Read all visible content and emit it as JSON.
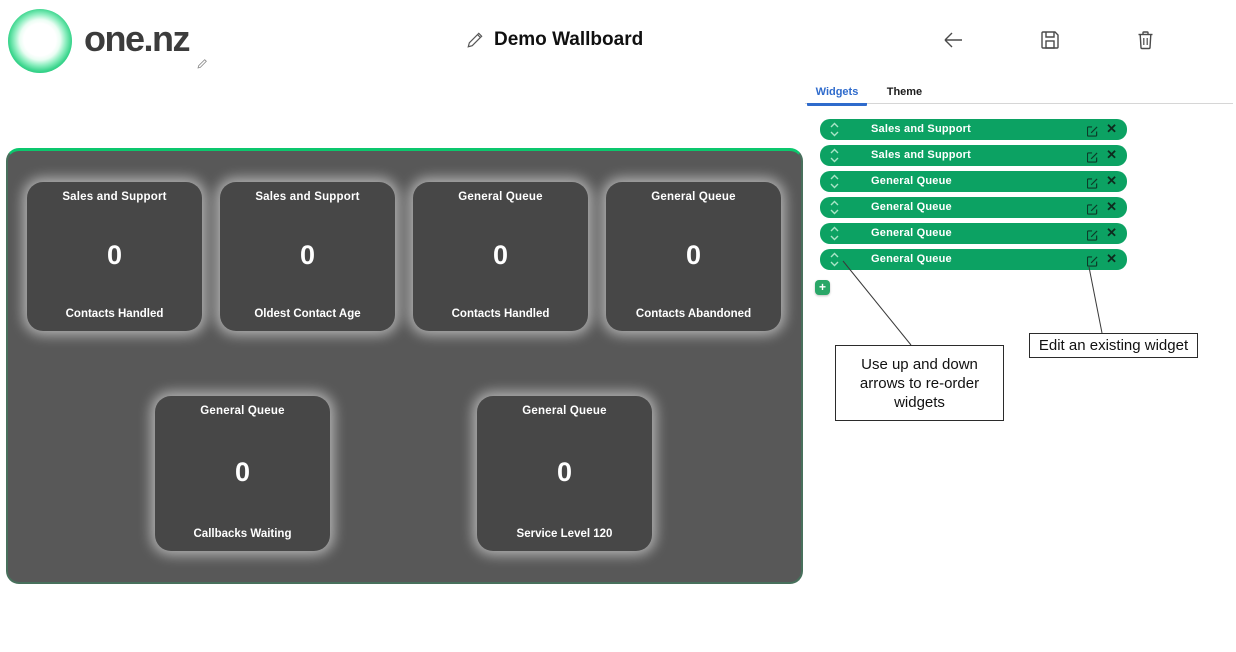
{
  "header": {
    "brand": "one.nz",
    "title": "Demo Wallboard"
  },
  "panel": {
    "tabs": [
      {
        "label": "Widgets",
        "active": true
      },
      {
        "label": "Theme",
        "active": false
      }
    ],
    "widgets": [
      "Sales and Support",
      "Sales and Support",
      "General Queue",
      "General Queue",
      "General Queue",
      "General Queue"
    ],
    "close_glyph": "✕",
    "add_label": "+"
  },
  "annotations": {
    "reorder": "Use up and down arrows to re-order widgets",
    "edit": "Edit an existing widget"
  },
  "wallboard": {
    "tiles": [
      {
        "queue": "Sales and Support",
        "value": "0",
        "metric": "Contacts Handled"
      },
      {
        "queue": "Sales and Support",
        "value": "0",
        "metric": "Oldest Contact Age"
      },
      {
        "queue": "General Queue",
        "value": "0",
        "metric": "Contacts Handled"
      },
      {
        "queue": "General Queue",
        "value": "0",
        "metric": "Contacts Abandoned"
      },
      {
        "queue": "General Queue",
        "value": "0",
        "metric": "Callbacks Waiting"
      },
      {
        "queue": "General Queue",
        "value": "0",
        "metric": "Service Level 120"
      }
    ]
  },
  "icons": [
    "pencil-icon",
    "back-arrow-icon",
    "save-icon",
    "trash-icon",
    "chevron-up-icon",
    "chevron-down-icon",
    "edit-icon",
    "close-icon",
    "plus-icon"
  ],
  "colors": {
    "green": "#0ca263",
    "tab_blue": "#2f6bcc",
    "board_gray": "#585858",
    "tile_gray": "#474747"
  }
}
